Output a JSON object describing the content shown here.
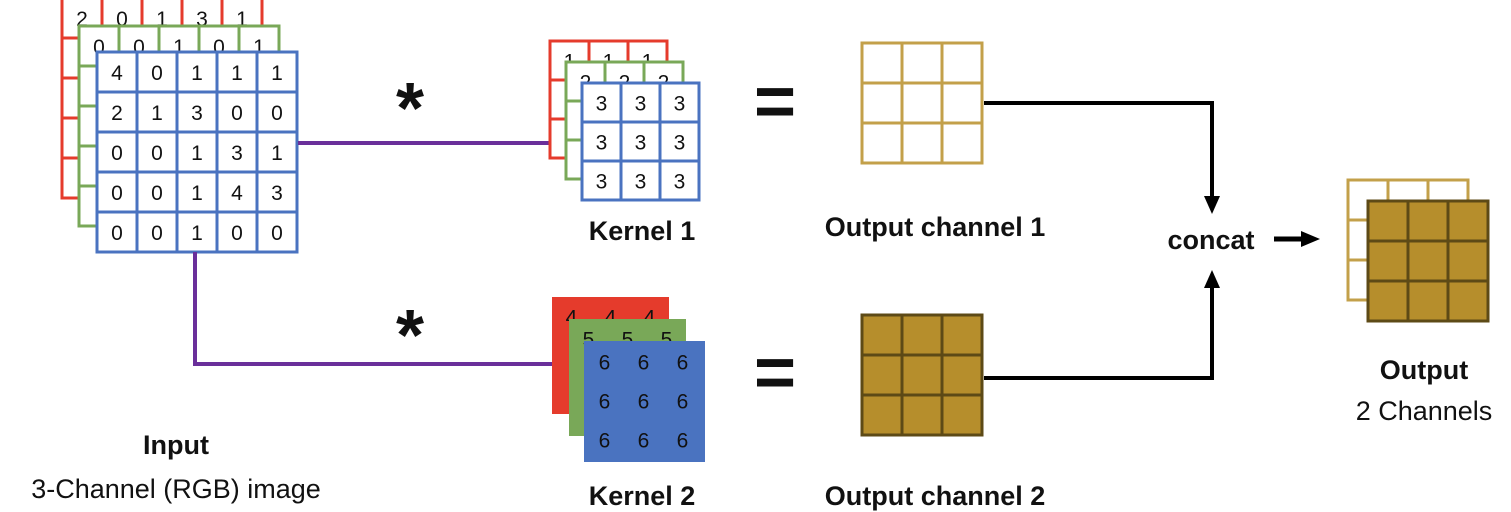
{
  "colors": {
    "red": "#e53b2c",
    "green": "#79a858",
    "blue": "#4a73c0",
    "gold_line": "#c3a04a",
    "gold_fill": "#b68e2c",
    "gold_dark": "#5d4a16",
    "connector": "#6a2f9a",
    "arrow": "#000000"
  },
  "input": {
    "label": "Input",
    "sublabel": "3-Channel (RGB) image",
    "red_top_row": [
      "2",
      "0",
      "1",
      "3",
      "1"
    ],
    "green_top_row": [
      "0",
      "0",
      "1",
      "0",
      "1"
    ],
    "blue_grid": [
      [
        "4",
        "0",
        "1",
        "1",
        "1"
      ],
      [
        "2",
        "1",
        "3",
        "0",
        "0"
      ],
      [
        "0",
        "0",
        "1",
        "3",
        "1"
      ],
      [
        "0",
        "0",
        "1",
        "4",
        "3"
      ],
      [
        "0",
        "0",
        "1",
        "0",
        "0"
      ]
    ]
  },
  "kernel1": {
    "label": "Kernel 1",
    "operator": "*",
    "red_top_row": [
      "1",
      "1",
      "1"
    ],
    "green_top_row": [
      "2",
      "2",
      "2"
    ],
    "blue_grid": [
      [
        "3",
        "3",
        "3"
      ],
      [
        "3",
        "3",
        "3"
      ],
      [
        "3",
        "3",
        "3"
      ]
    ]
  },
  "kernel2": {
    "label": "Kernel 2",
    "operator": "*",
    "red_top_row": [
      "4",
      "4",
      "4"
    ],
    "green_top_row": [
      "5",
      "5",
      "5"
    ],
    "blue_grid": [
      [
        "6",
        "6",
        "6"
      ],
      [
        "6",
        "6",
        "6"
      ],
      [
        "6",
        "6",
        "6"
      ]
    ]
  },
  "equals": "=",
  "output_channel_1": {
    "label": "Output channel 1"
  },
  "output_channel_2": {
    "label": "Output channel 2"
  },
  "concat": {
    "label": "concat",
    "arrow": "➞"
  },
  "output": {
    "label": "Output",
    "sublabel": "2 Channels"
  }
}
